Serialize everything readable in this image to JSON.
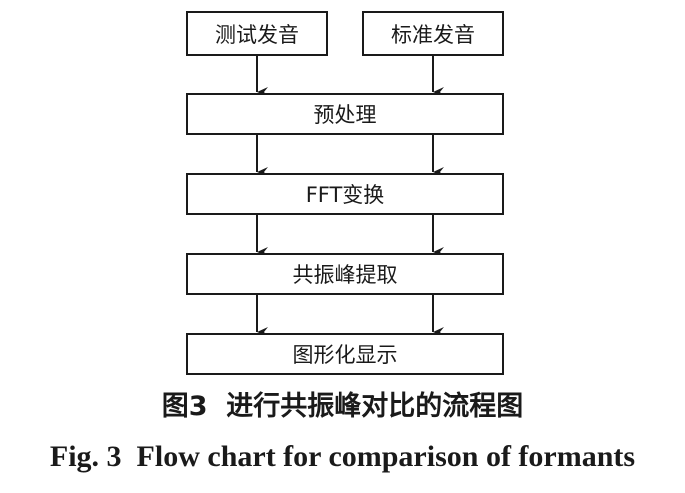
{
  "diagram": {
    "inputs": {
      "test_sound": "测试发音",
      "standard_sound": "标准发音"
    },
    "steps": [
      "预处理",
      "FFT变换",
      "共振峰提取",
      "图形化显示"
    ]
  },
  "caption": {
    "chinese": "图3  进行共振峰对比的流程图",
    "english": "Fig. 3  Flow chart for comparison of formants"
  },
  "colors": {
    "line": "#1a1a1a",
    "background": "#ffffff"
  }
}
